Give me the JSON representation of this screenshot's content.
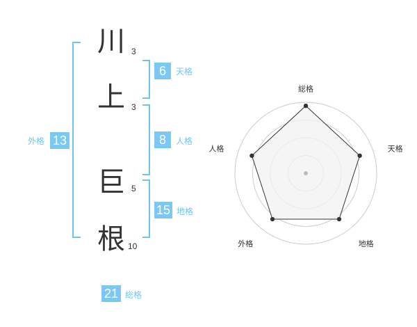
{
  "name": {
    "chars": [
      {
        "char": "川",
        "strokes": "3"
      },
      {
        "char": "上",
        "strokes": "3"
      },
      {
        "char": "巨",
        "strokes": "5"
      },
      {
        "char": "根",
        "strokes": "10"
      }
    ]
  },
  "scores": {
    "tenkaku": {
      "value": "6",
      "label": "天格"
    },
    "jinkaku": {
      "value": "8",
      "label": "人格"
    },
    "chikaku": {
      "value": "15",
      "label": "地格"
    },
    "gaikaku": {
      "value": "13",
      "label": "外格"
    },
    "soukaku": {
      "value": "21",
      "label": "総格"
    }
  },
  "chart_data": {
    "type": "radar",
    "axes": [
      "総格",
      "天格",
      "地格",
      "外格",
      "人格"
    ],
    "values": [
      0.95,
      0.8,
      0.8,
      0.8,
      0.8
    ],
    "rings": 4,
    "colors": {
      "fill": "#f2f2f2",
      "line": "#333333",
      "ring": "#cccccc",
      "accent": "#7cc8f5"
    }
  }
}
